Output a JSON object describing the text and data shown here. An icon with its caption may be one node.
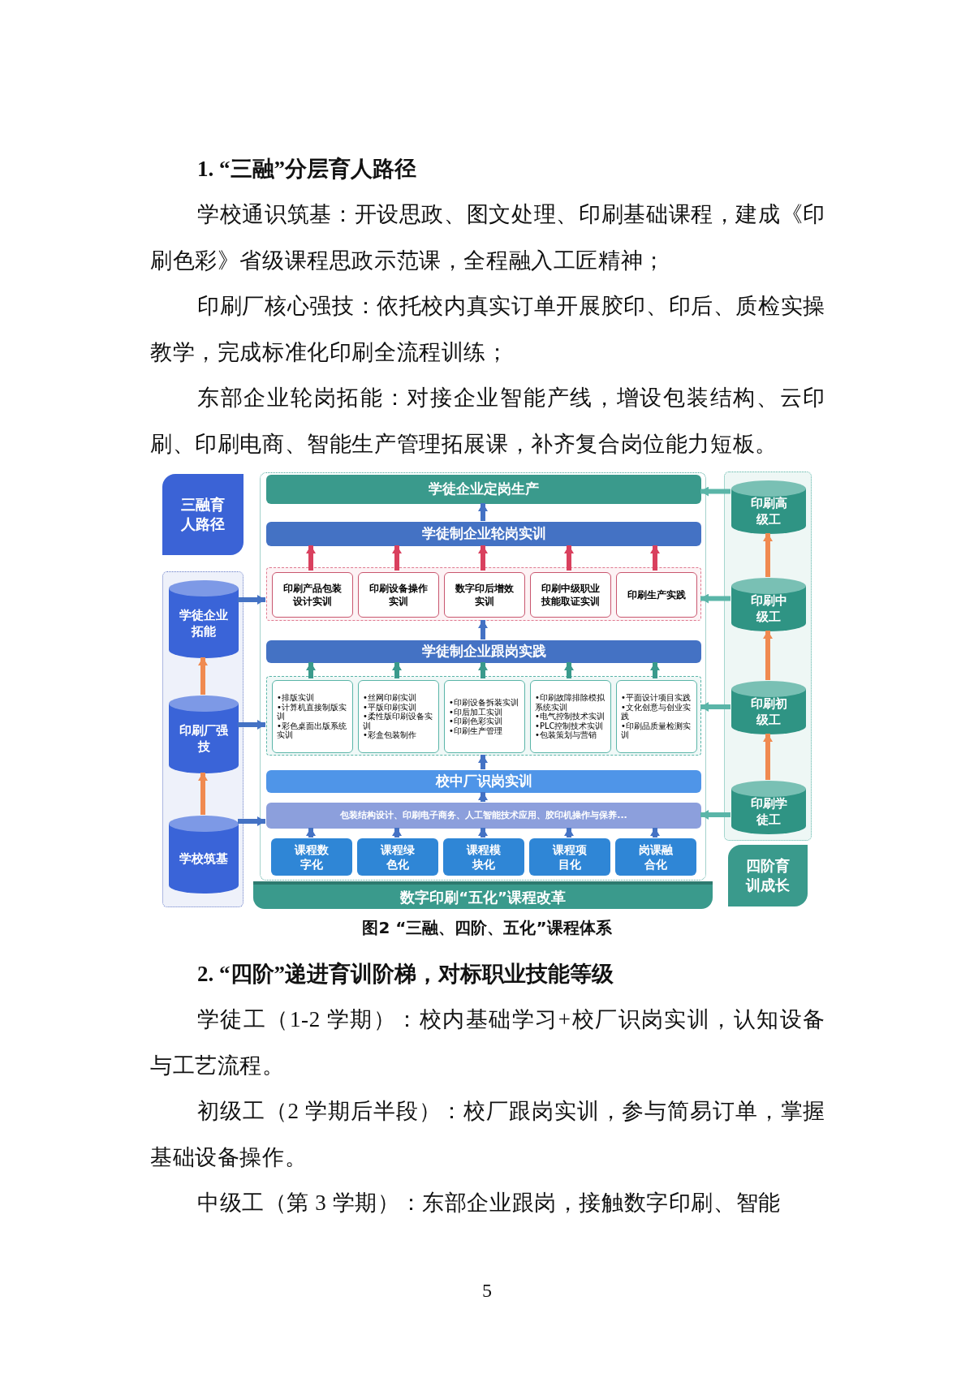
{
  "diagram": {
    "caption": "图2 “三融、四阶、五化”课程体系",
    "nodes": [
      {
        "text": [
          "三融育人路径"
        ]
      },
      {
        "text": [],
        "shape": "box"
      },
      {
        "text": [
          "学徒企业拓能"
        ],
        "in": 1
      },
      {
        "text": [
          "印刷厂强技"
        ],
        "in": 1
      },
      {
        "text": [
          "学校筑基"
        ],
        "in": 1
      },
      {
        "text": [],
        "shape": "box"
      },
      {
        "text": [
          "学徒企业定岗生产"
        ],
        "in": 5
      },
      {
        "text": [
          "学徒制企业轮岗实训"
        ],
        "in": 5
      },
      {
        "text": [],
        "shape": "box",
        "in": 5
      },
      {
        "text": [
          "印刷产品包装设计实训"
        ],
        "in": 8
      },
      {
        "text": [
          "印刷设备操作实训"
        ],
        "in": 8
      },
      {
        "text": [
          "数字印后增效实训"
        ],
        "in": 8
      },
      {
        "text": [
          "印刷中级职业技能取证实训"
        ],
        "in": 8
      },
      {
        "text": [
          "印刷生产实践"
        ],
        "in": 8
      },
      {
        "text": [
          "学徒制企业跟岗实践"
        ],
        "in": 5
      },
      {
        "text": [],
        "shape": "box",
        "in": 5
      },
      {
        "text": [
          "•排版实训",
          "•计算机直接制版实训",
          "•彩色桌面出版系统实训"
        ],
        "in": 15
      },
      {
        "text": [
          "•丝网印刷实训",
          "•平版印刷实训",
          "•柔性版印刷设备实训",
          "•彩盒包装制作"
        ],
        "in": 15
      },
      {
        "text": [
          "•印刷设备拆装实训",
          "•印后加工实训",
          "•印刷色彩实训",
          "•印刷生产管理"
        ],
        "in": 15
      },
      {
        "text": [
          "•印刷故障排除模拟系统实训",
          "•电气控制技术实训",
          "•PLC控制技术实训",
          "•包装策划与营销"
        ],
        "in": 15
      },
      {
        "text": [
          "•平面设计项目实践",
          "•文化创意与创业实践",
          "•印刷品质量检测实训"
        ],
        "in": 15
      },
      {
        "text": [
          "校中厂识岗实训"
        ],
        "in": 5
      },
      {
        "text": [
          "包装结构设计、印刷电子商务、人工智能技术应用、胶印机操作与保养..."
        ],
        "in": 5
      },
      {
        "text": [
          "课程数字化"
        ],
        "in": 5
      },
      {
        "text": [
          "课程绿色化"
        ],
        "in": 5
      },
      {
        "text": [
          "课程模块化"
        ],
        "in": 5
      },
      {
        "text": [
          "课程项目化"
        ],
        "in": 5
      },
      {
        "text": [
          "岗课融合化"
        ],
        "in": 5
      },
      {
        "text": [
          "数字印刷“五化”课程改革"
        ]
      },
      {
        "text": [],
        "shape": "box"
      },
      {
        "text": [
          "印刷高级工"
        ],
        "in": 29
      },
      {
        "text": [
          "印刷中级工"
        ],
        "in": 29
      },
      {
        "text": [
          "印刷初级工"
        ],
        "in": 29
      },
      {
        "text": [
          "印刷学徒工"
        ],
        "in": 29
      },
      {
        "text": [
          "四阶育训成长"
        ]
      }
    ],
    "edges": [
      {
        "from": 7,
        "to": 6,
        "arrow": "to"
      },
      {
        "from": 9,
        "to": 7,
        "arrow": "to",
        "color": "#d9405e"
      },
      {
        "from": 10,
        "to": 7,
        "arrow": "to",
        "color": "#d9405e"
      },
      {
        "from": 11,
        "to": 7,
        "arrow": "to",
        "color": "#d9405e"
      },
      {
        "from": 12,
        "to": 7,
        "arrow": "to",
        "color": "#d9405e"
      },
      {
        "from": 13,
        "to": 7,
        "arrow": "to",
        "color": "#d9405e"
      },
      {
        "from": 14,
        "to": 8,
        "arrow": "to"
      },
      {
        "from": 16,
        "to": 14,
        "arrow": "to",
        "color": "#3a9a8c"
      },
      {
        "from": 17,
        "to": 14,
        "arrow": "to",
        "color": "#3a9a8c"
      },
      {
        "from": 18,
        "to": 14,
        "arrow": "to",
        "color": "#3a9a8c"
      },
      {
        "from": 19,
        "to": 14,
        "arrow": "to",
        "color": "#3a9a8c"
      },
      {
        "from": 20,
        "to": 14,
        "arrow": "to",
        "color": "#3a9a8c"
      },
      {
        "from": 21,
        "to": 15,
        "arrow": "to"
      },
      {
        "from": 22,
        "to": 21,
        "arrow": "to"
      },
      {
        "from": 23,
        "to": 22,
        "arrow": "to"
      },
      {
        "from": 24,
        "to": 22,
        "arrow": "to"
      },
      {
        "from": 25,
        "to": 22,
        "arrow": "to"
      },
      {
        "from": 26,
        "to": 22,
        "arrow": "to"
      },
      {
        "from": 27,
        "to": 22,
        "arrow": "to"
      },
      {
        "from": 4,
        "to": 3,
        "arrow": "to",
        "color": "#f08a50"
      },
      {
        "from": 3,
        "to": 2,
        "arrow": "to",
        "color": "#f08a50"
      },
      {
        "from": 2,
        "to": 8,
        "arrow": "to"
      },
      {
        "from": 3,
        "to": 15,
        "arrow": "to"
      },
      {
        "from": 4,
        "to": 22,
        "arrow": "to"
      },
      {
        "from": 33,
        "to": 32,
        "arrow": "to",
        "color": "#f08a50"
      },
      {
        "from": 32,
        "to": 31,
        "arrow": "to",
        "color": "#f08a50"
      },
      {
        "from": 31,
        "to": 30,
        "arrow": "to",
        "color": "#f08a50"
      },
      {
        "from": 30,
        "to": 6,
        "arrow": "to",
        "color": "#5ab5a8"
      },
      {
        "from": 31,
        "to": 8,
        "arrow": "to",
        "color": "#5ab5a8"
      },
      {
        "from": 32,
        "to": 15,
        "arrow": "to",
        "color": "#5ab5a8"
      },
      {
        "from": 33,
        "to": 22,
        "arrow": "to",
        "color": "#5ab5a8"
      }
    ],
    "labels": [
      "1. “三融”分层育人路径",
      "学校通识筑基：开设思政、图文处理、印刷基础课程，建成《印刷色彩》省级课程思政示范课，全程融入工匠精神；",
      "印刷厂核心强技：依托校内真实订单开展胶印、印后、质检实操教学，完成标准化印刷全流程训练；",
      "东部企业轮岗拓能：对接企业智能产线，增设包装结构、云印刷、印刷电商、智能生产管理拓展课，补齐复合岗位能力短板。",
      "2. “四阶”递进育训阶梯，对标职业技能等级",
      "学徒工（1-2 学期）：校内基础学习+校厂识岗实训，认知设备与工艺流程。",
      "初级工（2 学期后半段）：校厂跟岗实训，参与简易订单，掌握基础设备操作。",
      "中级工（第 3 学期）：东部企业跟岗，接触数字印刷、智能",
      "5"
    ]
  }
}
